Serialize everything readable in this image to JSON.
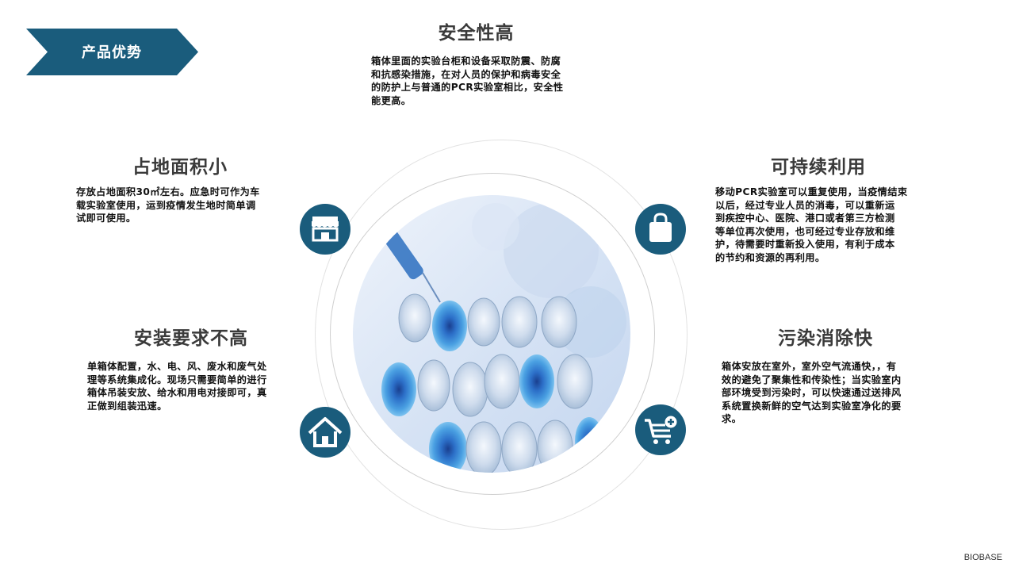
{
  "banner": {
    "label": "产品优势",
    "color": "#1a5c7c"
  },
  "features": {
    "safety": {
      "title": "安全性高",
      "lines": [
        "箱体里面的实验台柜和设备采取防震、防腐",
        "和抗感染措施，在对人员的保护和病毒安全",
        "的防护上与普通的PCR实验室相比，安全性",
        "能更高。"
      ]
    },
    "footprint": {
      "title": "占地面积小",
      "lines": [
        "存放占地面积30㎡左右。应急时可作为车",
        "载实验室使用，运到疫情发生地时简单调",
        "试即可使用。"
      ]
    },
    "install": {
      "title": "安装要求不高",
      "lines": [
        "单箱体配置，水、电、风、废水和废气处",
        "理等系统集成化。现场只需要简单的进行",
        "箱体吊装安放、给水和用电对接即可，真",
        "正做到组装迅速。"
      ]
    },
    "sustainable": {
      "title": "可持续利用",
      "lines": [
        "移动PCR实验室可以重复使用，当疫情结束",
        "以后，经过专业人员的消毒，可以重新运",
        "到疾控中心、医院、港口或者第三方检测",
        "等单位再次使用，也可经过专业存放和维",
        "护，待需要时重新投入使用，有利于成本",
        "的节约和资源的再利用。"
      ]
    },
    "decontam": {
      "title": "污染消除快",
      "lines": [
        "箱体安放在室外，室外空气流通快，，有",
        "效的避免了聚集性和传染性；当实验室内",
        "部环境受到污染时，可以快速通过送排风",
        "系统置换新鲜的空气达到实验室净化的要",
        "求。"
      ]
    }
  },
  "icons": [
    "store-icon",
    "home-icon",
    "shopping-bag-icon",
    "cart-add-icon"
  ],
  "footer": {
    "brand": "BIOBASE"
  }
}
